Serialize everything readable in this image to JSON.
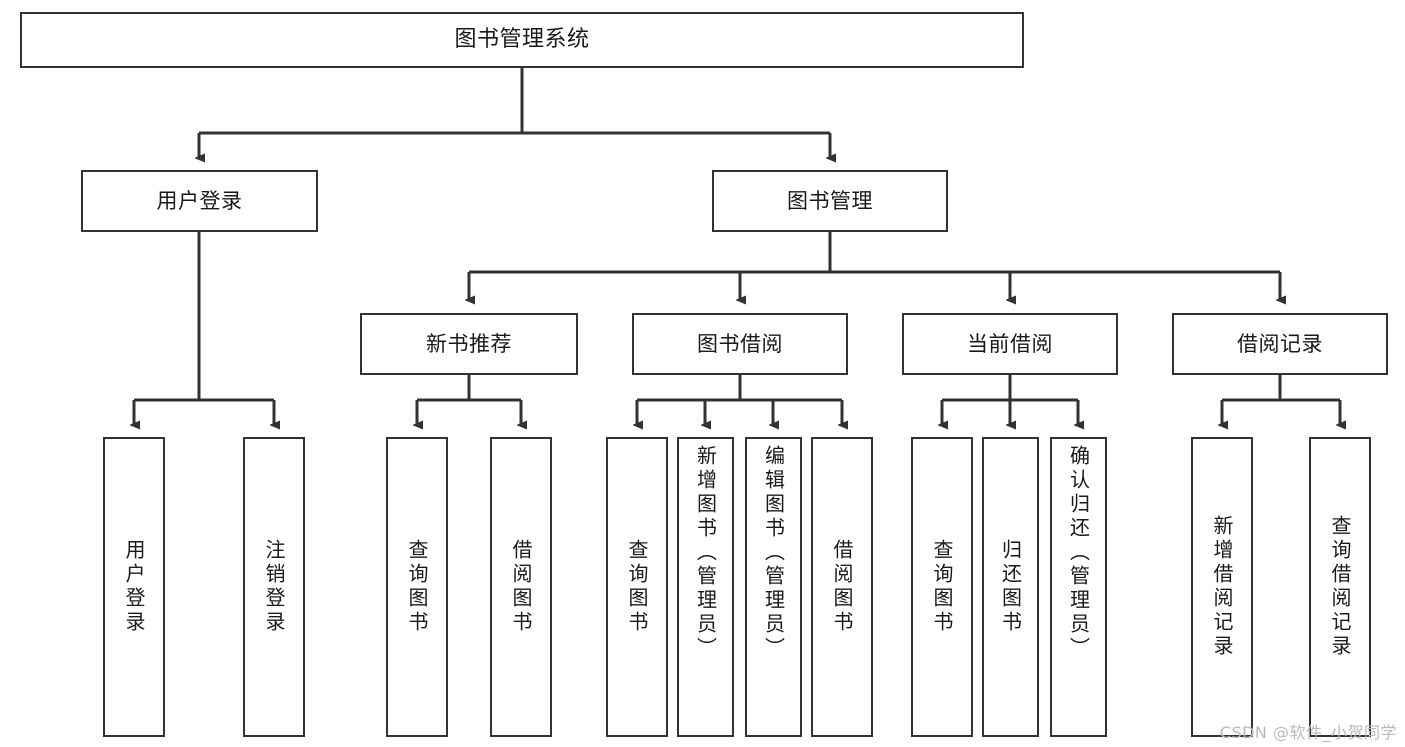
{
  "diagram": {
    "title": "图书管理系统",
    "watermark": "CSDN @软件_小贺同学",
    "colors": {
      "box_border": "#333333",
      "box_fill": "#ffffff",
      "connector": "#333333",
      "background": "#ffffff",
      "watermark": "#b9b9b9"
    },
    "levels": {
      "root": {
        "label": "图书管理系统"
      },
      "level2": [
        {
          "label": "用户登录"
        },
        {
          "label": "图书管理"
        }
      ],
      "level3": [
        {
          "label": "新书推荐"
        },
        {
          "label": "图书借阅"
        },
        {
          "label": "当前借阅"
        },
        {
          "label": "借阅记录"
        }
      ],
      "leaves": {
        "user_login": [
          {
            "label": "用户登录"
          },
          {
            "label": "注销登录"
          }
        ],
        "new_book_recommend": [
          {
            "label": "查询图书"
          },
          {
            "label": "借阅图书"
          }
        ],
        "book_borrow": [
          {
            "label": "查询图书"
          },
          {
            "label": "新增图书（管理员）"
          },
          {
            "label": "编辑图书（管理员）"
          },
          {
            "label": "借阅图书"
          }
        ],
        "current_borrow": [
          {
            "label": "查询图书"
          },
          {
            "label": "归还图书"
          },
          {
            "label": "确认归还（管理员）"
          }
        ],
        "borrow_records": [
          {
            "label": "新增借阅记录"
          },
          {
            "label": "查询借阅记录"
          }
        ]
      }
    }
  }
}
